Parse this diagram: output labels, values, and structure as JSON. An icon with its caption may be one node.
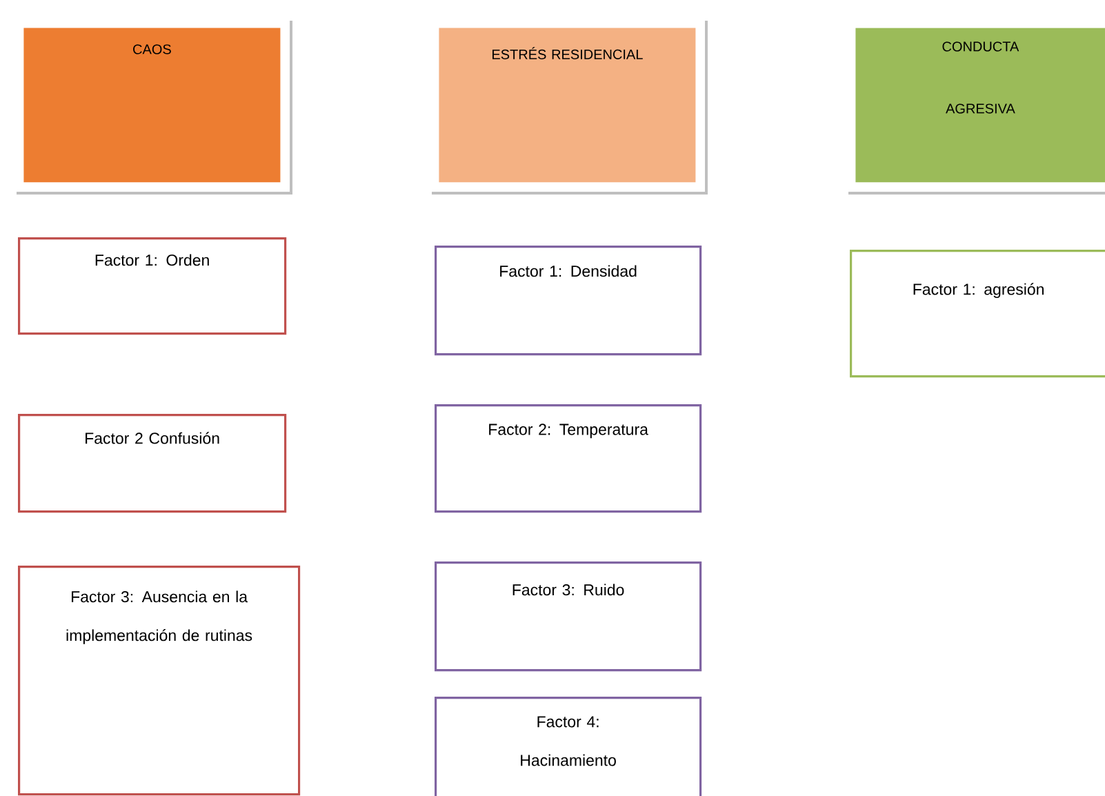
{
  "diagram": {
    "nodes": [
      {
        "text": [
          "CAOS"
        ]
      },
      {
        "text": [
          "ESTRÉS RESIDENCIAL"
        ]
      },
      {
        "text": [
          "CONDUCTA AGRESIVA"
        ]
      },
      {
        "text": [
          "Factor 1: Orden"
        ]
      },
      {
        "text": [
          "Factor 2 Confusión"
        ]
      },
      {
        "text": [
          "Factor 3: Ausencia en la implementación de rutinas"
        ]
      },
      {
        "text": [
          "Factor 1: Densidad"
        ]
      },
      {
        "text": [
          "Factor 2: Temperatura"
        ]
      },
      {
        "text": [
          "Factor 3: Ruido"
        ]
      },
      {
        "text": [
          "Factor 4: Hacinamiento"
        ]
      },
      {
        "text": [
          "Factor 1: agresión"
        ]
      }
    ]
  }
}
